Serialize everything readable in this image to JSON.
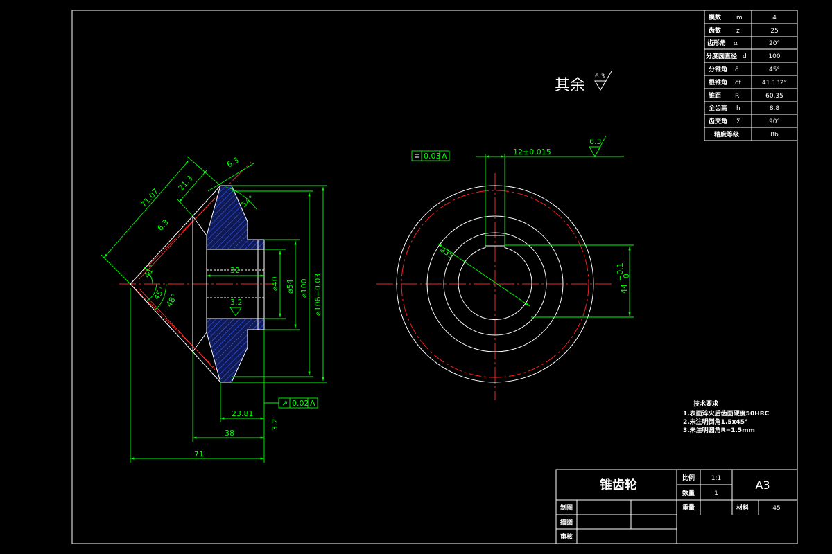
{
  "params_table": [
    {
      "label": "模数",
      "sym": "m",
      "value": "4"
    },
    {
      "label": "齿数",
      "sym": "z",
      "value": "25"
    },
    {
      "label": "齿形角",
      "sym": "α",
      "value": "20°"
    },
    {
      "label": "分度圆直径",
      "sym": "d",
      "value": "100"
    },
    {
      "label": "分锥角",
      "sym": "δ",
      "value": "45°"
    },
    {
      "label": "根锥角",
      "sym": "δf",
      "value": "41.132°"
    },
    {
      "label": "锥距",
      "sym": "R",
      "value": "60.35"
    },
    {
      "label": "全齿高",
      "sym": "h",
      "value": "8.8"
    },
    {
      "label": "齿交角",
      "sym": "Σ",
      "value": "90°"
    },
    {
      "label": "精度等级",
      "sym": "",
      "value": "8b"
    }
  ],
  "roughness_note": {
    "text": "其余",
    "value": "6.3"
  },
  "left_view": {
    "dims": {
      "d7107": "71.07",
      "d213": "21.3",
      "r63_top": "6.3",
      "r63_left": "6.3",
      "a54": "54°",
      "a4108": "41°",
      "a45": "45°",
      "a48": "48°",
      "d32": "32",
      "r32": "3.2",
      "dia40": "⌀40",
      "dia54": "⌀54",
      "dia100": "⌀100",
      "dia106": "⌀106−0.03",
      "d2381": "23.81",
      "d38": "38",
      "d71": "71",
      "r32_b": "3.2"
    },
    "runout": {
      "symbol": "↗",
      "tol": "0.02",
      "datum": "A"
    }
  },
  "right_view": {
    "symmetry": {
      "symbol": "≡",
      "tol": "0.03",
      "datum": "A"
    },
    "keyway": "12±0.015",
    "roughness": "6.3",
    "bore": "⌀35",
    "height": "44",
    "height_tol_up": "+0.1",
    "height_tol_low": "0"
  },
  "tech_requirements": {
    "title": "技术要求",
    "items": [
      "1.表面淬火后齿面硬度50HRC",
      "2.未注明倒角1.5x45°",
      "3.未注明圆角R=1.5mm"
    ]
  },
  "title_block": {
    "part_name": "锥齿轮",
    "scale_label": "比例",
    "scale": "1:1",
    "qty_label": "数量",
    "qty": "1",
    "sheet": "A3",
    "weight_label": "重量",
    "material_label": "材料",
    "material": "45",
    "drawn_label": "制图",
    "drafted_label": "描图",
    "checked_label": "审核"
  }
}
